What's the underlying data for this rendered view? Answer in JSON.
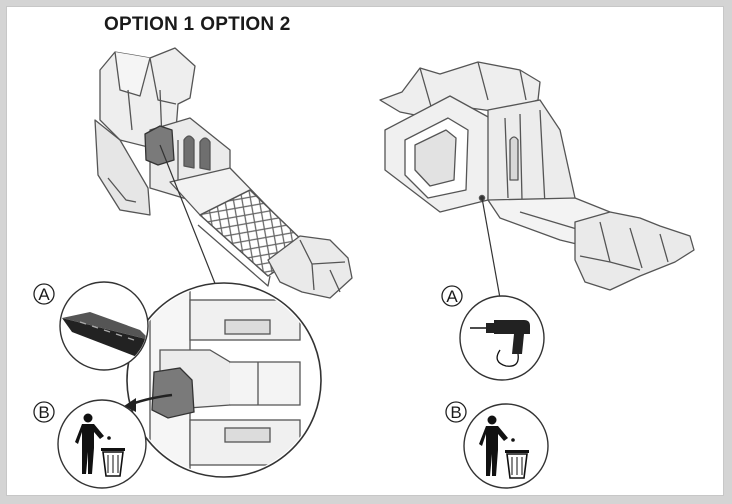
{
  "header": {
    "option1_label": "OPTION 1",
    "option2_label": "OPTION 2"
  },
  "option1": {
    "step_a_marker": "A",
    "step_a_tool": "utility-knife-icon",
    "step_b_marker": "B",
    "step_b_action": "trash-bin-disposal-icon"
  },
  "option2": {
    "step_a_marker": "A",
    "step_a_tool": "power-drill-icon",
    "step_b_marker": "B",
    "step_b_action": "trash-bin-disposal-icon"
  },
  "colors": {
    "part_fill": "#eeeeee",
    "part_stroke": "#555555",
    "highlight_tab": "#7a7a7a",
    "frame_bg": "#ffffff"
  }
}
